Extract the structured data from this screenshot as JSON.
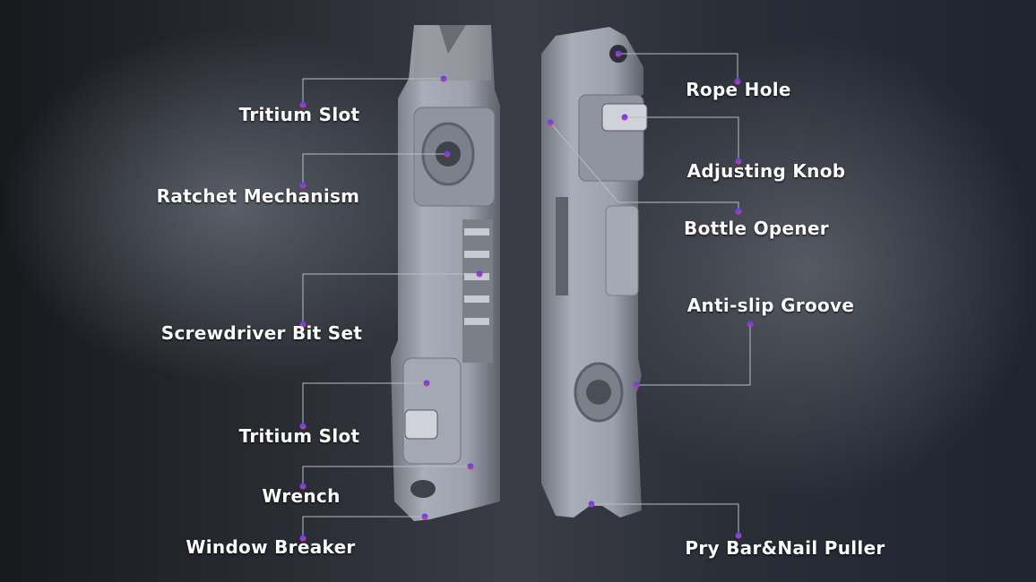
{
  "callouts_left": [
    {
      "label": "Tritium Slot"
    },
    {
      "label": "Ratchet Mechanism"
    },
    {
      "label": "Screwdriver Bit Set"
    },
    {
      "label": "Tritium Slot"
    },
    {
      "label": "Wrench"
    },
    {
      "label": "Window Breaker"
    }
  ],
  "callouts_right": [
    {
      "label": "Rope Hole"
    },
    {
      "label": "Adjusting Knob"
    },
    {
      "label": "Bottle Opener"
    },
    {
      "label": "Anti-slip Groove"
    },
    {
      "label": "Pry Bar&Nail Puller"
    }
  ],
  "colors": {
    "line": "#b8bcc4",
    "dot_top": "#3a4cff",
    "dot_bottom": "#e0309a",
    "metal": "#9aa0ab"
  }
}
